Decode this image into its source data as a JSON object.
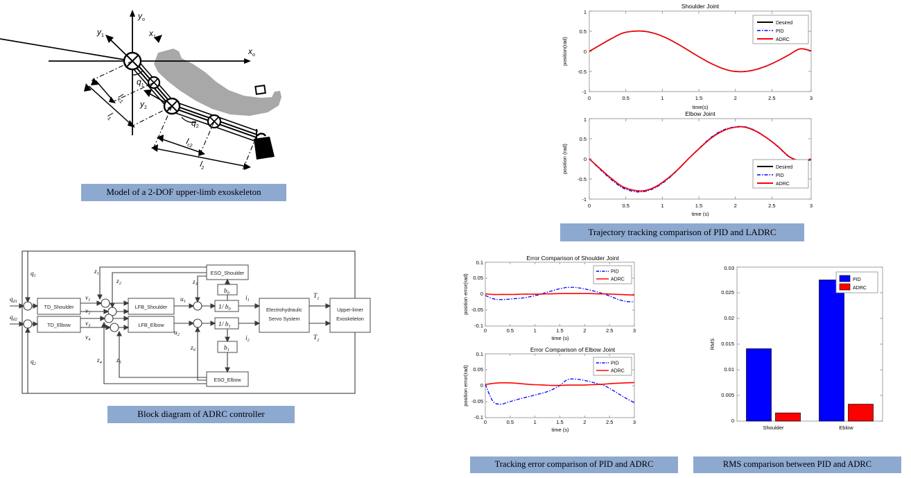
{
  "figure": {
    "panels": [
      {
        "id": "model",
        "caption": "Model of a 2-DOF upper-limb exoskeleton"
      },
      {
        "id": "block",
        "caption": "Block diagram of ADRC controller"
      },
      {
        "id": "trajectory",
        "caption": "Trajectory tracking comparison of PID and LADRC"
      },
      {
        "id": "error",
        "caption": "Tracking error comparison of PID and ADRC"
      },
      {
        "id": "rms",
        "caption": "RMS comparison between PID and ADRC"
      }
    ]
  },
  "model_diagram": {
    "axis_labels": [
      "y",
      "x"
    ],
    "frame_labels": [
      {
        "text": "y",
        "sub": "o"
      },
      {
        "text": "x",
        "sub": "o"
      },
      {
        "text": "y",
        "sub": "1"
      },
      {
        "text": "x",
        "sub": "1"
      },
      {
        "text": "y",
        "sub": "2"
      },
      {
        "text": "q",
        "sub": "1"
      },
      {
        "text": "q",
        "sub": "2"
      },
      {
        "text": "l",
        "sub": "c1"
      },
      {
        "text": "l",
        "sub": "1"
      },
      {
        "text": "l",
        "sub": "c2"
      },
      {
        "text": "l",
        "sub": "2"
      }
    ]
  },
  "block_diagram": {
    "blocks": [
      {
        "id": "td_shoulder",
        "label": "TD_Shoulder"
      },
      {
        "id": "td_elbow",
        "label": "TD_Elbow"
      },
      {
        "id": "lfb_shoulder",
        "label": "LFB_Shoulder"
      },
      {
        "id": "lfb_elbow",
        "label": "LFB_Elbow"
      },
      {
        "id": "eso_shoulder",
        "label": "ESO_Shoulder"
      },
      {
        "id": "eso_elbow",
        "label": "ESO_Elbow"
      },
      {
        "id": "servo",
        "label": "Electrohydraulic\nServo System",
        "line1": "Electrohydraulic",
        "line2": "Servo System"
      },
      {
        "id": "plant",
        "label": "Upper-limer\nExoskeleton",
        "line1": "Upper-limer",
        "line2": "Exoskeleton"
      },
      {
        "id": "b0",
        "label": "b0"
      },
      {
        "id": "inv_b0",
        "label": "1/ b0"
      },
      {
        "id": "b1",
        "label": "b1"
      },
      {
        "id": "inv_b1",
        "label": "1/ b1"
      }
    ],
    "signals": [
      "qd1",
      "qd2",
      "q1",
      "q2",
      "v1",
      "v2",
      "v3",
      "v4",
      "z1",
      "z2",
      "z3",
      "z4",
      "z5",
      "z6",
      "u1",
      "u2",
      "i1",
      "i2",
      "T1",
      "T2"
    ]
  },
  "chart_data": [
    {
      "id": "shoulder_joint",
      "type": "line",
      "title": "Shoulder Joint",
      "xlabel": "time(s)",
      "ylabel": "position(rad)",
      "xlim": [
        0,
        3
      ],
      "ylim": [
        -1,
        1
      ],
      "xticks": [
        "0",
        "0.5",
        "1",
        "1.5",
        "2",
        "2.5",
        "3"
      ],
      "yticks": [
        "-1",
        "-0.5",
        "0",
        "0.5",
        "1"
      ],
      "grid": false,
      "legend": [
        "Desired",
        "PID",
        "ADRC"
      ],
      "legend_position": "top-right",
      "series": [
        {
          "name": "Desired",
          "color": "#000000",
          "style": "solid",
          "values": [
            0,
            0.161,
            0.317,
            0.452,
            0.5,
            0.497,
            0.435,
            0.324,
            0.177,
            0.012,
            -0.155,
            -0.305,
            -0.424,
            -0.495,
            -0.5,
            -0.452,
            -0.36,
            -0.234,
            -0.087,
            0.062,
            0.01
          ]
        },
        {
          "name": "PID",
          "color": "#0000ff",
          "style": "dashdot",
          "values": [
            0,
            0.158,
            0.314,
            0.449,
            0.5,
            0.498,
            0.437,
            0.327,
            0.18,
            0.015,
            -0.152,
            -0.302,
            -0.423,
            -0.497,
            -0.505,
            -0.457,
            -0.364,
            -0.236,
            -0.087,
            0.064,
            0.015
          ]
        },
        {
          "name": "ADRC",
          "color": "#ff0000",
          "style": "solid",
          "values": [
            0,
            0.162,
            0.318,
            0.453,
            0.502,
            0.498,
            0.436,
            0.325,
            0.178,
            0.013,
            -0.154,
            -0.304,
            -0.424,
            -0.496,
            -0.502,
            -0.454,
            -0.361,
            -0.234,
            -0.086,
            0.063,
            0.012
          ]
        }
      ],
      "x": [
        0,
        0.15,
        0.3,
        0.45,
        0.6,
        0.75,
        0.9,
        1.05,
        1.2,
        1.35,
        1.5,
        1.65,
        1.8,
        1.95,
        2.1,
        2.25,
        2.4,
        2.55,
        2.7,
        2.85,
        3.0
      ]
    },
    {
      "id": "elbow_joint",
      "type": "line",
      "title": "Elbow Joint",
      "xlabel": "time (s)",
      "ylabel": "position (rad)",
      "xlim": [
        0,
        3
      ],
      "ylim": [
        -1,
        1
      ],
      "xticks": [
        "0",
        "0.5",
        "1",
        "1.5",
        "2",
        "2.5",
        "3"
      ],
      "yticks": [
        "-1",
        "-0.5",
        "0",
        "0.5",
        "1"
      ],
      "grid": false,
      "legend": [
        "Desired",
        "PID",
        "ADRC"
      ],
      "legend_position": "bottom-right",
      "x": [
        0,
        0.15,
        0.3,
        0.45,
        0.6,
        0.75,
        0.9,
        1.05,
        1.2,
        1.35,
        1.5,
        1.65,
        1.8,
        1.95,
        2.1,
        2.25,
        2.4,
        2.55,
        2.7,
        2.85,
        3.0
      ],
      "series": [
        {
          "name": "Desired",
          "color": "#000000",
          "style": "solid",
          "values": [
            0,
            -0.25,
            -0.49,
            -0.69,
            -0.78,
            -0.79,
            -0.69,
            -0.5,
            -0.26,
            0.02,
            0.28,
            0.52,
            0.69,
            0.78,
            0.79,
            0.69,
            0.52,
            0.31,
            0.06,
            -0.05,
            -0.02
          ]
        },
        {
          "name": "PID",
          "color": "#0000ff",
          "style": "dashdot",
          "values": [
            0,
            -0.27,
            -0.52,
            -0.72,
            -0.81,
            -0.81,
            -0.71,
            -0.52,
            -0.27,
            0.02,
            0.29,
            0.54,
            0.71,
            0.79,
            0.8,
            0.7,
            0.52,
            0.3,
            0.05,
            -0.06,
            -0.03
          ]
        },
        {
          "name": "ADRC",
          "color": "#ff0000",
          "style": "solid",
          "values": [
            0,
            -0.25,
            -0.49,
            -0.69,
            -0.78,
            -0.79,
            -0.69,
            -0.5,
            -0.26,
            0.02,
            0.28,
            0.52,
            0.69,
            0.78,
            0.79,
            0.69,
            0.52,
            0.31,
            0.06,
            -0.04,
            -0.01
          ]
        }
      ]
    },
    {
      "id": "error_shoulder",
      "type": "line",
      "title": "Error Comparison of Shoulder Joint",
      "xlabel": "time (s)",
      "ylabel": "position error(rad)",
      "xlim": [
        0,
        3
      ],
      "ylim": [
        -0.1,
        0.1
      ],
      "xticks": [
        "0",
        "0.5",
        "1",
        "1.5",
        "2",
        "2.5",
        "3"
      ],
      "yticks": [
        "-0.1",
        "-0.05",
        "0",
        "0.05",
        "0.1"
      ],
      "grid": false,
      "legend": [
        "PID",
        "ADRC"
      ],
      "legend_position": "top-right",
      "x": [
        0,
        0.15,
        0.3,
        0.45,
        0.6,
        0.75,
        0.9,
        1.05,
        1.2,
        1.35,
        1.5,
        1.65,
        1.8,
        1.95,
        2.1,
        2.25,
        2.4,
        2.55,
        2.7,
        2.85,
        3.0
      ],
      "series": [
        {
          "name": "PID",
          "color": "#0000ff",
          "style": "dashdot",
          "values": [
            -0.004,
            -0.014,
            -0.017,
            -0.016,
            -0.014,
            -0.012,
            -0.008,
            -0.003,
            0.004,
            0.011,
            0.017,
            0.021,
            0.021,
            0.018,
            0.013,
            0.007,
            0.0,
            -0.009,
            -0.018,
            -0.023,
            -0.024
          ]
        },
        {
          "name": "ADRC",
          "color": "#ff0000",
          "style": "solid",
          "values": [
            0.001,
            -0.001,
            -0.001,
            -0.001,
            -0.001,
            0.0,
            0.0,
            0.0,
            0.001,
            0.001,
            0.002,
            0.002,
            0.002,
            0.002,
            0.002,
            0.001,
            0.001,
            0.0,
            -0.001,
            -0.002,
            -0.003
          ]
        }
      ]
    },
    {
      "id": "error_elbow",
      "type": "line",
      "title": "Error Comparison of Elbow Joint",
      "xlabel": "time (s)",
      "ylabel": "position error(rad)",
      "xlim": [
        0,
        3
      ],
      "ylim": [
        -0.1,
        0.1
      ],
      "xticks": [
        "0",
        "0.5",
        "1",
        "1.5",
        "2",
        "2.5",
        "3"
      ],
      "yticks": [
        "-0.1",
        "-0.05",
        "0",
        "0.05",
        "0.1"
      ],
      "grid": false,
      "legend": [
        "PID",
        "ADRC"
      ],
      "legend_position": "top-right",
      "x": [
        0,
        0.15,
        0.3,
        0.45,
        0.6,
        0.75,
        0.9,
        1.05,
        1.2,
        1.35,
        1.5,
        1.65,
        1.8,
        1.95,
        2.1,
        2.25,
        2.4,
        2.55,
        2.7,
        2.85,
        3.0
      ],
      "series": [
        {
          "name": "PID",
          "color": "#0000ff",
          "style": "dashdot",
          "values": [
            0.004,
            -0.048,
            -0.058,
            -0.052,
            -0.045,
            -0.039,
            -0.033,
            -0.027,
            -0.021,
            -0.012,
            0.001,
            0.019,
            0.021,
            0.018,
            0.013,
            0.007,
            0.0,
            -0.013,
            -0.027,
            -0.041,
            -0.053
          ]
        },
        {
          "name": "ADRC",
          "color": "#ff0000",
          "style": "solid",
          "values": [
            0.004,
            0.007,
            0.009,
            0.009,
            0.008,
            0.006,
            0.004,
            0.003,
            0.002,
            0.001,
            0.001,
            0.002,
            0.002,
            0.002,
            0.003,
            0.004,
            0.005,
            0.007,
            0.008,
            0.009,
            0.01
          ]
        }
      ]
    },
    {
      "id": "rms_comparison",
      "type": "bar",
      "title": "",
      "xlabel": "",
      "ylabel": "RMS",
      "categories": [
        "Shoulder",
        "Eblow"
      ],
      "ylim": [
        0,
        0.03
      ],
      "yticks": [
        "0",
        "0.005",
        "0.01",
        "0.015",
        "0.02",
        "0.025",
        "0.03"
      ],
      "grid": false,
      "legend": [
        "PID",
        "ADRC"
      ],
      "legend_position": "top-right",
      "series": [
        {
          "name": "PID",
          "color": "#0000ff",
          "values": [
            0.0141,
            0.0275
          ]
        },
        {
          "name": "ADRC",
          "color": "#ff0000",
          "values": [
            0.0016,
            0.0033
          ]
        }
      ]
    }
  ],
  "colors": {
    "caption_bg": "#8ea9d0",
    "pid": "#0000ff",
    "adrc": "#ff0000",
    "desired": "#000000",
    "axis": "#8a8a8a"
  }
}
